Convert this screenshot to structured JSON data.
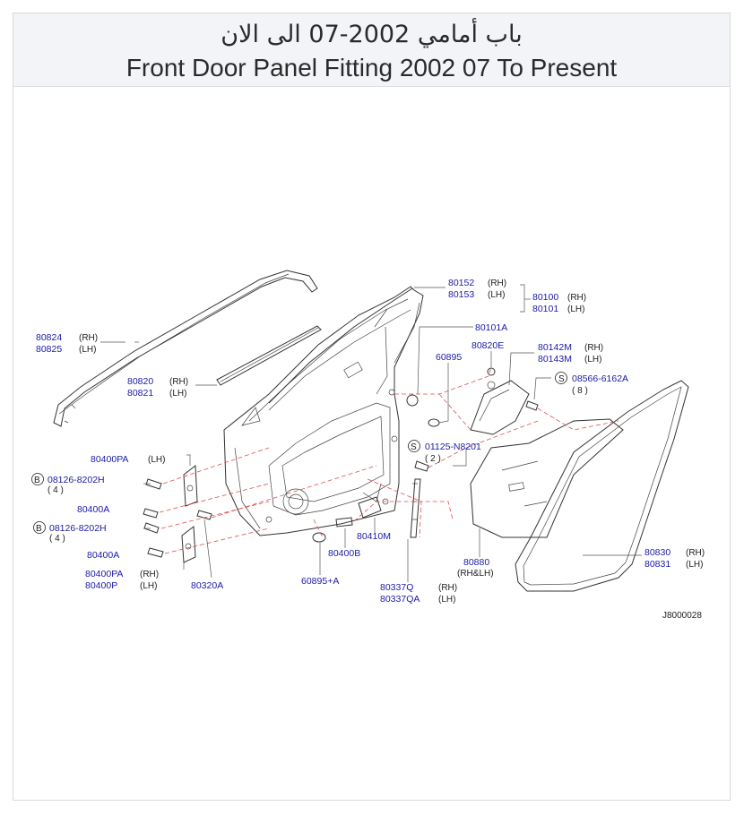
{
  "header": {
    "title_arabic": "باب أمامي 2002-07 الى الان",
    "title_english": "Front Door Panel Fitting 2002 07 To Present"
  },
  "diagram": {
    "reference_code": "J8000028",
    "callouts": [
      {
        "part": "80152",
        "side": "(RH)"
      },
      {
        "part": "80153",
        "side": "(LH)"
      },
      {
        "part": "80100",
        "side": "(RH)"
      },
      {
        "part": "80101",
        "side": "(LH)"
      },
      {
        "part": "80101A",
        "side": ""
      },
      {
        "part": "80824",
        "side": "(RH)"
      },
      {
        "part": "80825",
        "side": "(LH)"
      },
      {
        "part": "80820E",
        "side": ""
      },
      {
        "part": "80142M",
        "side": "(RH)"
      },
      {
        "part": "80143M",
        "side": "(LH)"
      },
      {
        "part": "60895",
        "side": ""
      },
      {
        "part": "08566-6162A",
        "side": "",
        "qty": "( 8 )",
        "badge": "S"
      },
      {
        "part": "80820",
        "side": "(RH)"
      },
      {
        "part": "80821",
        "side": "(LH)"
      },
      {
        "part": "80400PA",
        "side": "(LH)"
      },
      {
        "part": "08126-8202H",
        "side": "",
        "qty": "( 4 )",
        "badge": "B"
      },
      {
        "part": "08126-8202H",
        "side": "",
        "qty": "( 4 )",
        "badge": "B"
      },
      {
        "part": "80400A",
        "side": ""
      },
      {
        "part": "80400A",
        "side": ""
      },
      {
        "part": "80400PA",
        "side": "(RH)"
      },
      {
        "part": "80400P",
        "side": "(LH)"
      },
      {
        "part": "80320A",
        "side": ""
      },
      {
        "part": "80410M",
        "side": ""
      },
      {
        "part": "80400B",
        "side": ""
      },
      {
        "part": "60895+A",
        "side": ""
      },
      {
        "part": "80880",
        "side": "(RH&LH)"
      },
      {
        "part": "80337Q",
        "side": "(RH)"
      },
      {
        "part": "80337QA",
        "side": "(LH)"
      },
      {
        "part": "80830",
        "side": "(RH)"
      },
      {
        "part": "80831",
        "side": "(LH)"
      },
      {
        "part": "01125-N8201",
        "side": "",
        "qty": "( 2 )",
        "badge": "S"
      }
    ]
  }
}
